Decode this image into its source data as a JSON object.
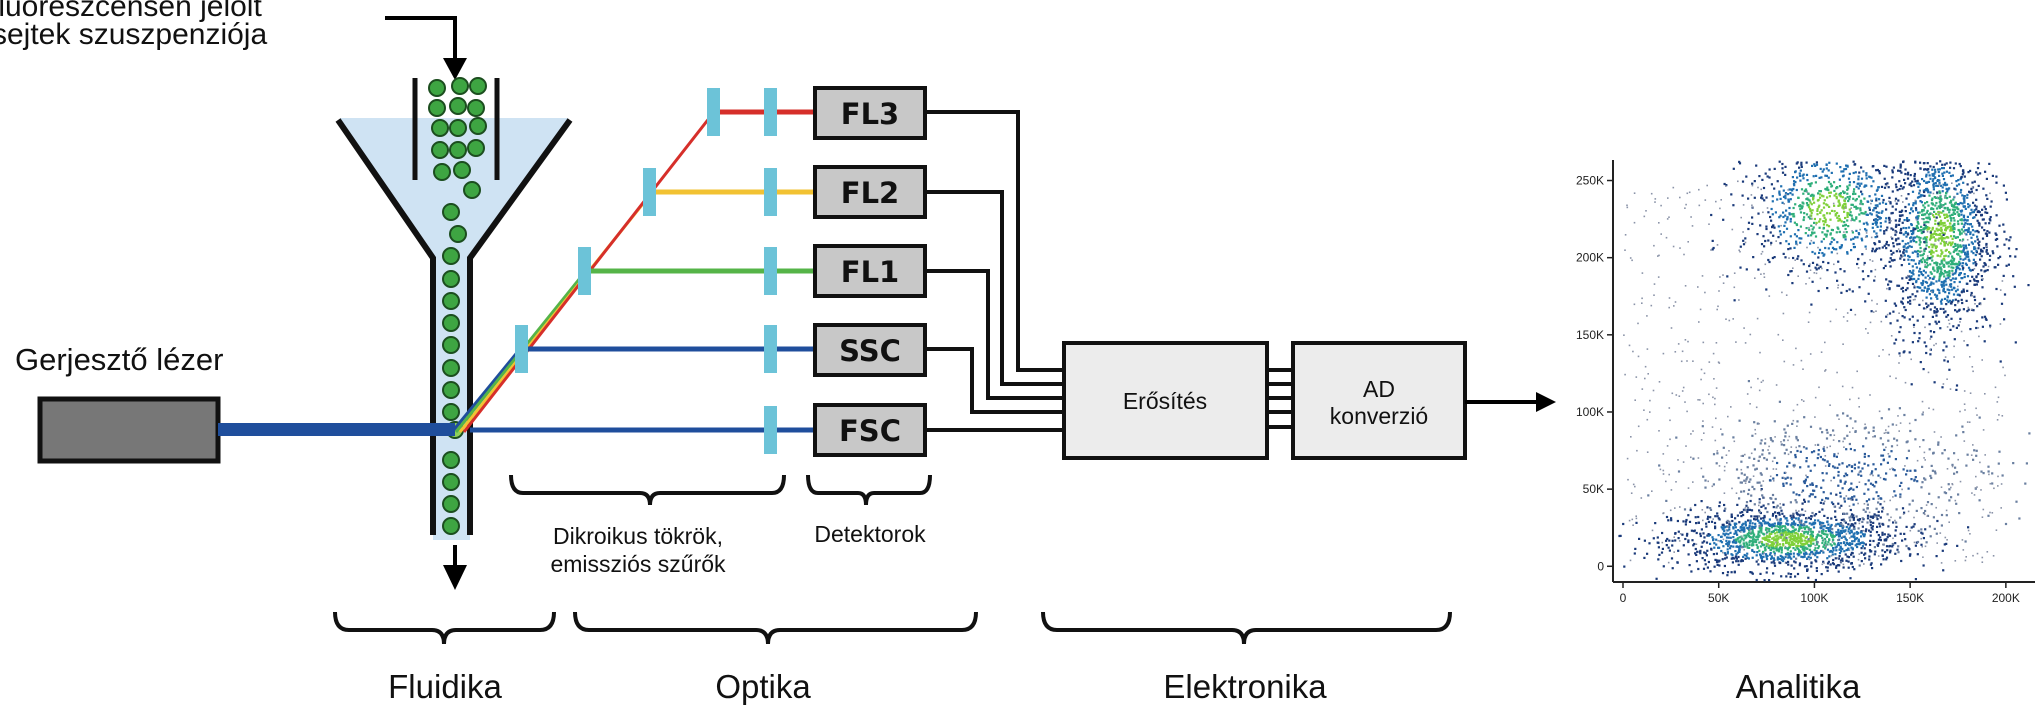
{
  "input_label_line1": "Fluoreszcensen jelölt",
  "input_label_line2": "sejtek szuszpenziója",
  "laser_label": "Gerjesztő lézer",
  "detectors": [
    "FL3",
    "FL2",
    "FL1",
    "SSC",
    "FSC"
  ],
  "optics_caption_line1": "Dikroikus tökrök,",
  "optics_caption_line2": "emissziós szűrők",
  "detectors_caption": "Detektorok",
  "amplifier_label": "Erősítés",
  "adc_label_line1": "AD",
  "adc_label_line2": "konverzió",
  "sections": [
    "Fluidika",
    "Optika",
    "Elektronika",
    "Analitika"
  ],
  "colors": {
    "laser_blue": "#1f4e9c",
    "fl3_red": "#d62f2a",
    "fl2_yellow": "#f2c232",
    "fl1_green": "#55b448",
    "filter_cyan": "#6cc3d8",
    "funnel_fill": "#cfe3f3",
    "cell_green": "#3ea542",
    "detector_gray": "#c8c8c8",
    "box_gray": "#ececec"
  },
  "chart_data": {
    "type": "scatter",
    "x_ticks": [
      "0",
      "50K",
      "100K",
      "150K",
      "200K"
    ],
    "y_ticks": [
      "0",
      "50K",
      "100K",
      "150K",
      "200K",
      "250K"
    ],
    "xlim": [
      0,
      210000
    ],
    "ylim": [
      -5000,
      262000
    ],
    "clusters": [
      {
        "center": [
          85000,
          18000
        ],
        "spread": [
          30000,
          10000
        ],
        "density": "high"
      },
      {
        "center": [
          165000,
          215000
        ],
        "spread": [
          14000,
          32000
        ],
        "density": "high"
      },
      {
        "center": [
          107000,
          232000
        ],
        "spread": [
          22000,
          22000
        ],
        "density": "medium"
      },
      {
        "center": [
          115000,
          60000
        ],
        "spread": [
          40000,
          20000
        ],
        "density": "low"
      }
    ]
  }
}
